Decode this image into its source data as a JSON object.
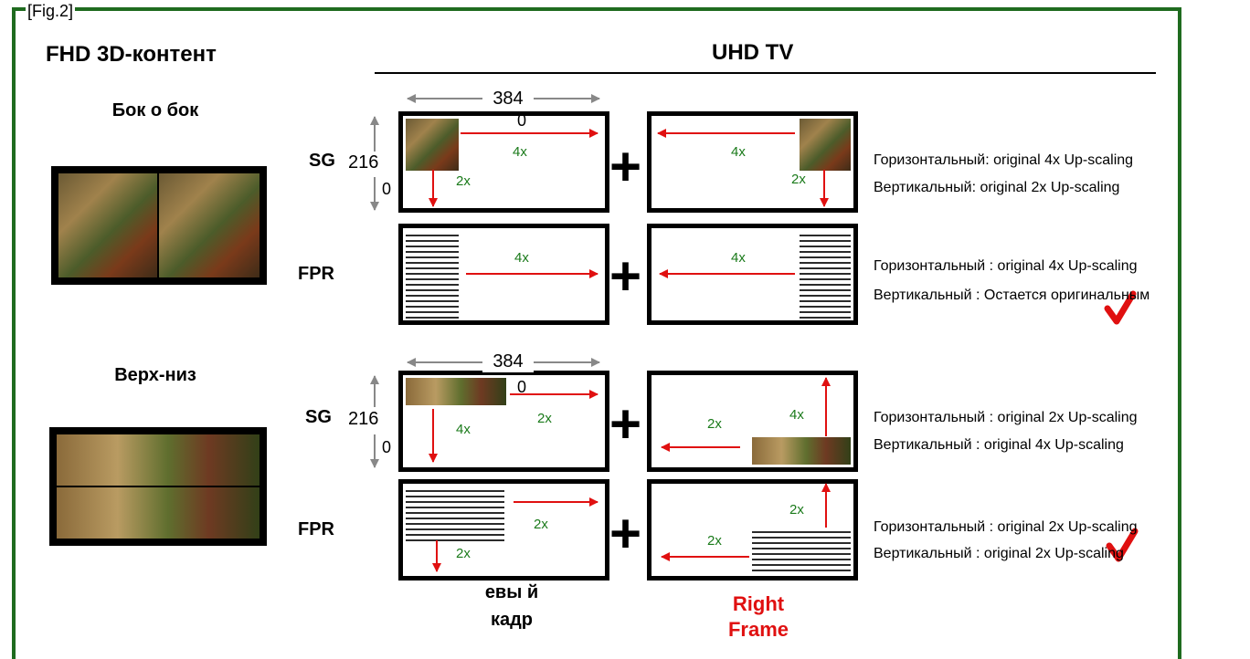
{
  "fig_label": "[Fig.2]",
  "left_header": "FHD 3D-контент",
  "right_header": "UHD TV",
  "formats": [
    {
      "label": "Бок о бок"
    },
    {
      "label": "Верх-низ"
    }
  ],
  "dims": {
    "width": "384",
    "width_sub": "0",
    "height": "216",
    "height_sub": "0"
  },
  "rows": [
    {
      "label": "SG",
      "left_h": "4x",
      "left_v": "2x",
      "right_h": "4x",
      "right_v": "2x",
      "desc1": "Горизонтальный: original 4x Up-scaling",
      "desc2": "Вертикальный: original 2x Up-scaling"
    },
    {
      "label": "FPR",
      "left_h": "4x",
      "right_h": "4x",
      "desc1": "Горизонтальный : original 4x Up-scaling",
      "desc2": "Вертикальный : Остается оригинальным"
    },
    {
      "label": "SG",
      "left_h": "2x",
      "left_v": "4x",
      "right_h": "2x",
      "right_v": "4x",
      "desc1": "Горизонтальный : original 2x Up-scaling",
      "desc2": "Вертикальный : original 4x Up-scaling"
    },
    {
      "label": "FPR",
      "left_h": "2x",
      "left_v": "2x",
      "right_h": "2x",
      "right_v": "2x",
      "desc1": "Горизонтальный : original 2x Up-scaling",
      "desc2": "Вертикальный : original 2x Up-scaling"
    }
  ],
  "left_frame_label": "евы й кадр",
  "right_frame_label": "Right Frame",
  "plus": "+",
  "colors": {
    "border_green": "#1f6b1f",
    "arrow_red": "#e01010",
    "scale_green": "#1a7a1a"
  }
}
